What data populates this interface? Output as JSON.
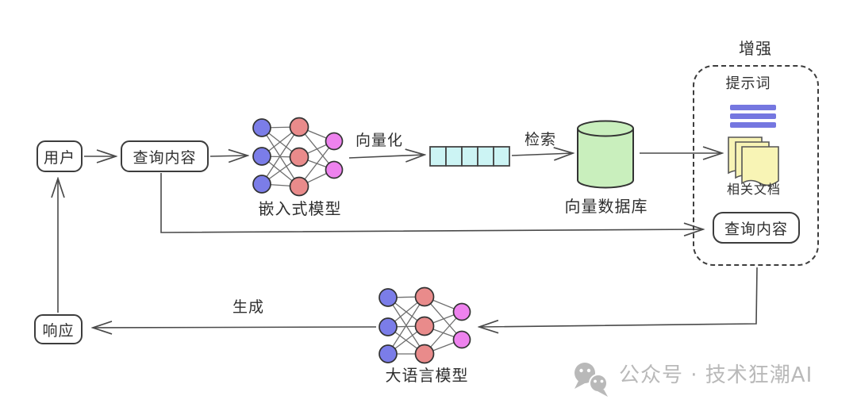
{
  "diagram": {
    "nodes": {
      "user": "用户",
      "query": "查询内容",
      "embedding_model": "嵌入式模型",
      "vectorize": "向量化",
      "retrieve": "检索",
      "vector_db": "向量数据库",
      "augment": "增强",
      "prompt": "提示词",
      "related_docs": "相关文档",
      "query_in_augment": "查询内容",
      "generate": "生成",
      "llm": "大语言模型",
      "response": "响应"
    },
    "icons": {
      "embedding_network": "neural-network-icon",
      "llm_network": "neural-network-icon",
      "vector": "vector-cells-icon",
      "database": "database-cylinder-icon",
      "prompt_bars": "prompt-lines-icon",
      "documents": "documents-stack-icon"
    },
    "colors": {
      "node_blue": "#7b7de8",
      "node_red": "#e98b8b",
      "node_magenta": "#ee82ee",
      "vector_cell_cyan": "#ccf4f4",
      "db_green": "#c9efbd",
      "doc_yellow": "#f8f4b5",
      "prompt_bar_blue": "#7577e0",
      "line": "#4a4a4a",
      "watermark_gray": "#b9b9b9"
    }
  },
  "watermark": {
    "icon": "wechat-icon",
    "text": "公众号 · 技术狂潮AI"
  }
}
